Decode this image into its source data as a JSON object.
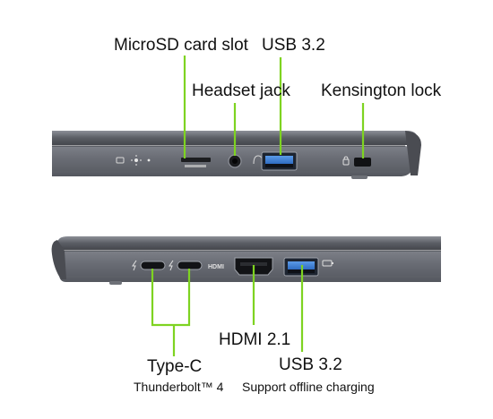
{
  "colors": {
    "callout_line": "#7ED321",
    "chassis_dark": "#4a4c52",
    "chassis_mid": "#6d7078",
    "chassis_light": "#9a9da5",
    "usb_blue": "#3d7fd6",
    "text": "#111111"
  },
  "top_view": {
    "labels": {
      "microsd": "MicroSD card slot",
      "usb": "USB 3.2",
      "headset": "Headset jack",
      "kensington": "Kensington lock"
    },
    "ports": [
      "status-leds",
      "microsd-card-slot",
      "headset-jack",
      "usb-a-port",
      "kensington-lock"
    ]
  },
  "bottom_view": {
    "labels": {
      "typec": "Type-C",
      "typec_sub": "Thunderbolt™ 4",
      "hdmi": "HDMI 2.1",
      "usb": "USB 3.2",
      "usb_sub": "Support offline charging"
    },
    "ports": [
      "usb-c-port-1",
      "usb-c-port-2",
      "hdmi-port",
      "usb-a-port"
    ]
  }
}
